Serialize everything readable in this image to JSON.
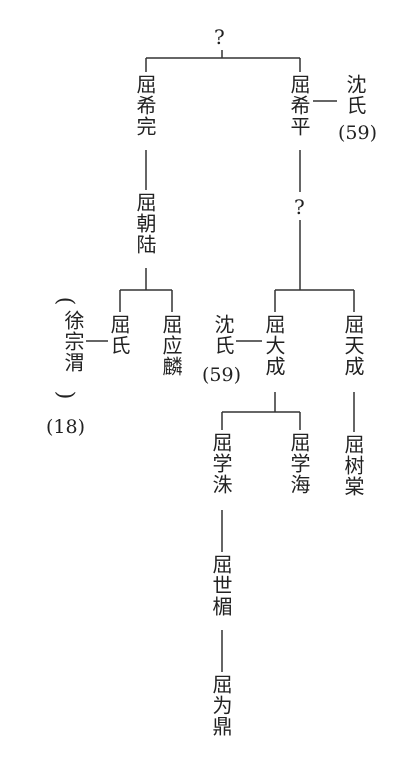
{
  "unknown_top": "?",
  "unknown_mid": "?",
  "nodes": {
    "xiwan": "屈希完",
    "xiping": "屈希平",
    "shen_top_name": "沈氏",
    "shen_top_num": "(59)",
    "chaolu": "屈朝陆",
    "qushi": "屈氏",
    "xu_name": "徐宗渭",
    "xu_open": "(",
    "xu_close": ")",
    "xu_num": "(18)",
    "yinglin": "屈应麟",
    "shen_mid_name": "沈氏",
    "shen_mid_num": "(59)",
    "dacheng": "屈大成",
    "tiancheng": "屈天成",
    "xuezhu": "屈学洙",
    "xuehai": "屈学海",
    "shutang": "屈树棠",
    "shimei": "屈世楣",
    "weiding": "屈为鼎"
  }
}
